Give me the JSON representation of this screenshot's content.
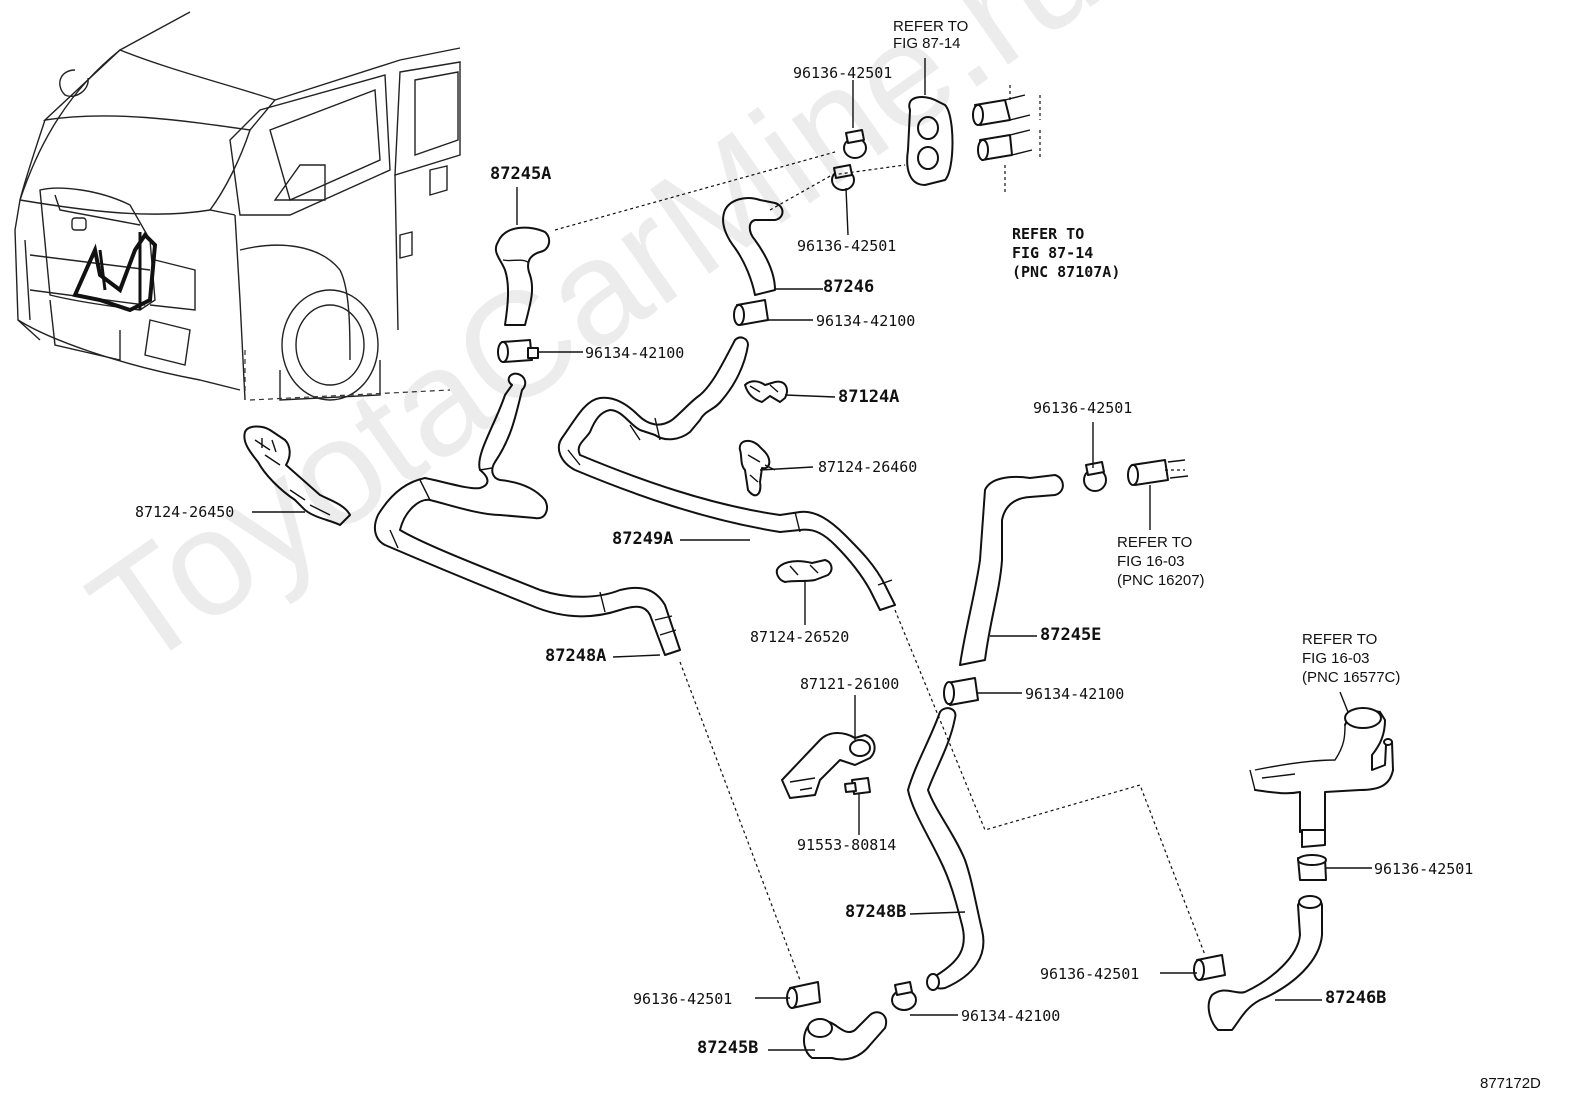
{
  "watermark": "ToyotaCarMine.ru",
  "figure_id": "877172D",
  "references": {
    "fig_87_14_top": "REFER TO\nFIG 87-14",
    "fig_87_14_pnc": "REFER TO\nFIG 87-14\n(PNC 87107A)",
    "fig_16_03_pnc_16207": "REFER TO\nFIG 16-03\n(PNC 16207)",
    "fig_16_03_pnc_16577c": "REFER TO\nFIG 16-03\n(PNC 16577C)"
  },
  "parts": {
    "p87245A": "87245A",
    "p87246": "87246",
    "p87124A": "87124A",
    "p87249A": "87249A",
    "p87248A": "87248A",
    "p87245E": "87245E",
    "p87248B": "87248B",
    "p87245B": "87245B",
    "p87246B": "87246B",
    "p87124_26450": "87124-26450",
    "p87124_26460": "87124-26460",
    "p87124_26520": "87124-26520",
    "p87121_26100": "87121-26100",
    "p91553_80814": "91553-80814",
    "clamp_96136_a": "96136-42501",
    "clamp_96136_b": "96136-42501",
    "clamp_96136_c": "96136-42501",
    "clamp_96136_d": "96136-42501",
    "clamp_96136_e": "96136-42501",
    "clamp_96136_f": "96136-42501",
    "clamp_96134_a": "96134-42100",
    "clamp_96134_b": "96134-42100",
    "clamp_96134_c": "96134-42100",
    "clamp_96134_d": "96134-42100"
  }
}
